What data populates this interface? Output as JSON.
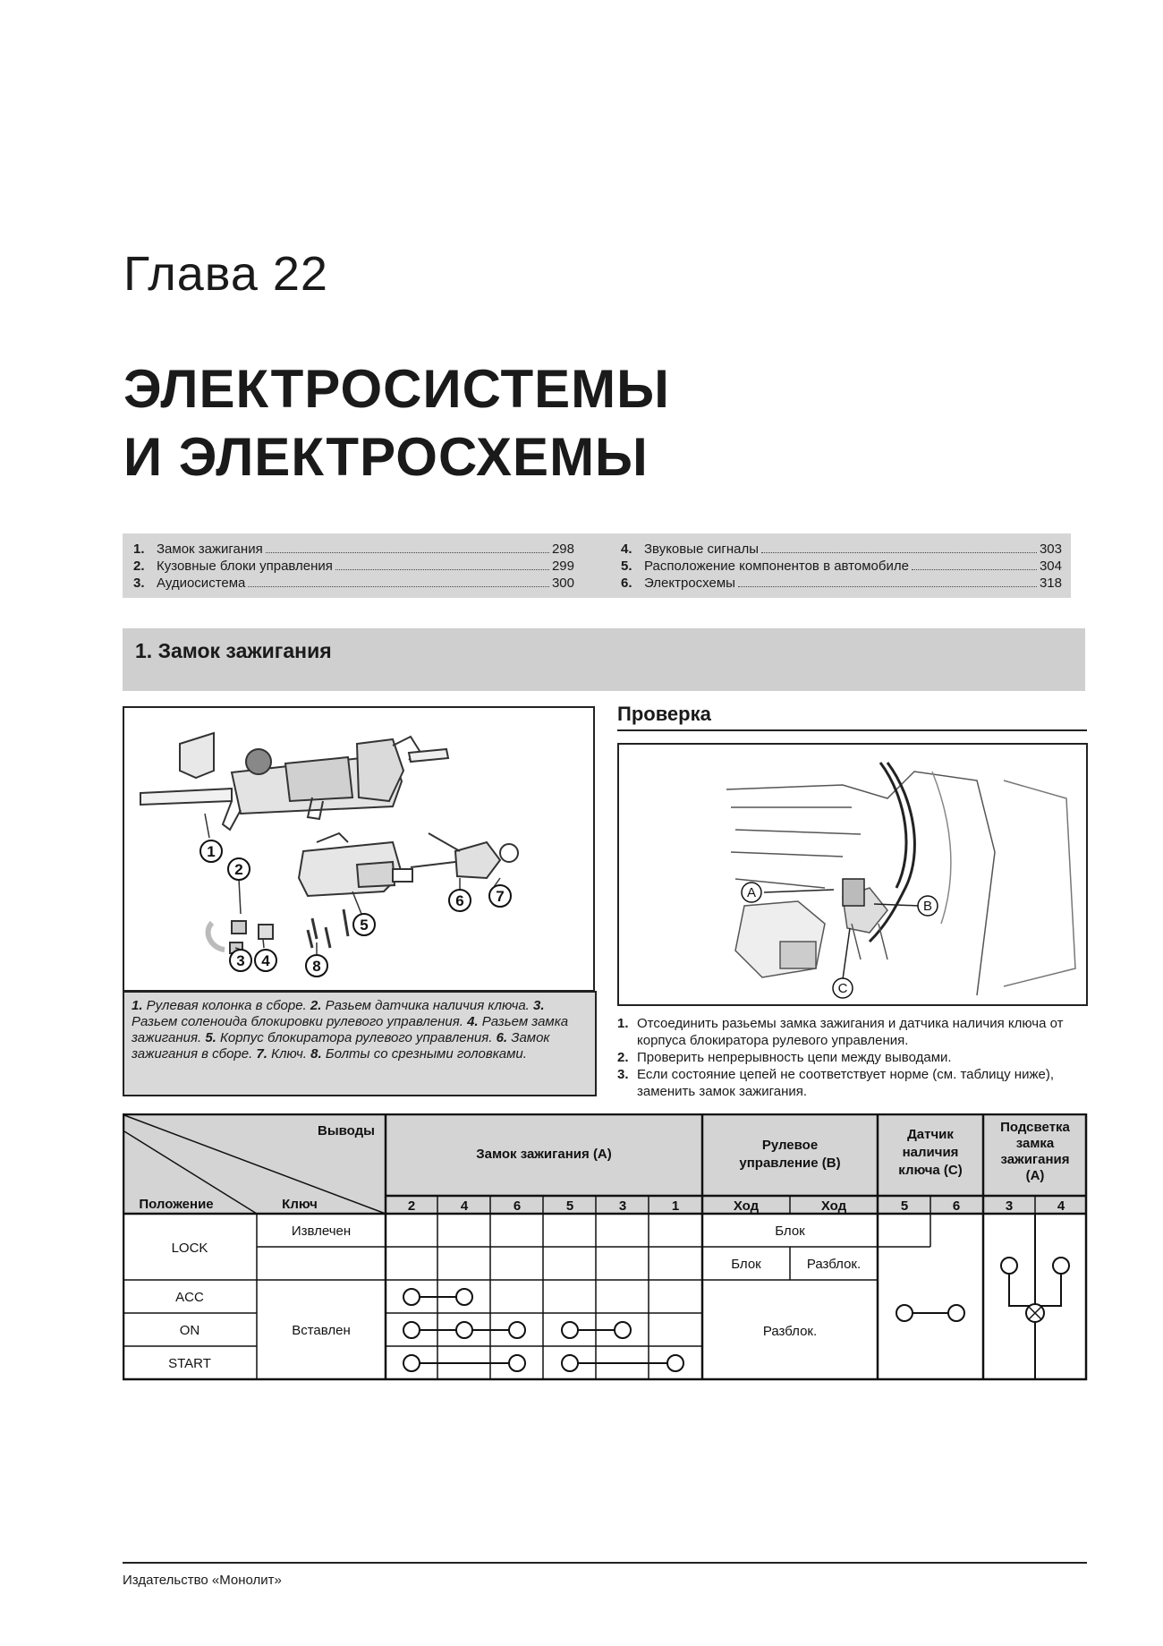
{
  "chapter": "Глава 22",
  "title_line1": "ЭЛЕКТРОСИСТЕМЫ",
  "title_line2": "И ЭЛЕКТРОСХЕМЫ",
  "toc": [
    {
      "num": "1.",
      "label": "Замок зажигания",
      "page": "298"
    },
    {
      "num": "2.",
      "label": "Кузовные блоки управления",
      "page": "299"
    },
    {
      "num": "3.",
      "label": "Аудиосистема",
      "page": "300"
    },
    {
      "num": "4.",
      "label": "Звуковые сигналы",
      "page": "303"
    },
    {
      "num": "5.",
      "label": "Расположение компонентов в автомобиле",
      "page": "304"
    },
    {
      "num": "6.",
      "label": "Электросхемы",
      "page": "318"
    }
  ],
  "section_title": "1. Замок зажигания",
  "figure1": {
    "callouts": [
      "1",
      "2",
      "3",
      "4",
      "5",
      "6",
      "7",
      "8"
    ],
    "caption": [
      {
        "n": "1.",
        "t": " Рулевая колонка в сборе. "
      },
      {
        "n": "2.",
        "t": " Разьем датчика наличия ключа. "
      },
      {
        "n": "3.",
        "t": " Разьем соленоида блокировки рулевого управления. "
      },
      {
        "n": "4.",
        "t": " Разьем замка зажигания. "
      },
      {
        "n": "5.",
        "t": " Корпус блокиратора рулевого управления. "
      },
      {
        "n": "6.",
        "t": " Замок зажигания в сборе. "
      },
      {
        "n": "7.",
        "t": " Ключ. "
      },
      {
        "n": "8.",
        "t": " Болты со срезными головками."
      }
    ]
  },
  "check_heading": "Проверка",
  "figure2": {
    "callouts": [
      "A",
      "B",
      "C"
    ]
  },
  "steps": [
    {
      "n": "1.",
      "t": "Отсоединить разьемы замка зажигания и датчика наличия ключа от корпуса блокиратора рулевого управления."
    },
    {
      "n": "2.",
      "t": "Проверить непрерывность цепи между выводами."
    },
    {
      "n": "3.",
      "t": "Если состояние цепей не соответствует норме (см. таблицу ниже), заменить замок зажигания."
    }
  ],
  "table": {
    "corner_top": "Выводы",
    "corner_key": "Ключ",
    "corner_pos": "Положение",
    "groups": {
      "ign": "Замок зажигания (A)",
      "steer": [
        "Рулевое",
        "управление (B)"
      ],
      "sensor": [
        "Датчик",
        "наличия",
        "ключа (C)"
      ],
      "light": [
        "Подсветка",
        "замка",
        "зажигания",
        "(A)"
      ]
    },
    "pins": [
      "2",
      "4",
      "6",
      "5",
      "3",
      "1"
    ],
    "steer_cols": [
      "Ход",
      "Ход"
    ],
    "sensor_pins": [
      "5",
      "6"
    ],
    "light_pins": [
      "3",
      "4"
    ],
    "positions": [
      "LOCK",
      "ACC",
      "ON",
      "START"
    ],
    "key_removed": "Извлечен",
    "key_inserted": "Вставлен",
    "blok": "Блок",
    "blok2": "Блок",
    "razblok": "Разблок.",
    "razblok_big": "Разблок."
  },
  "footer": "Издательство «Монолит»"
}
